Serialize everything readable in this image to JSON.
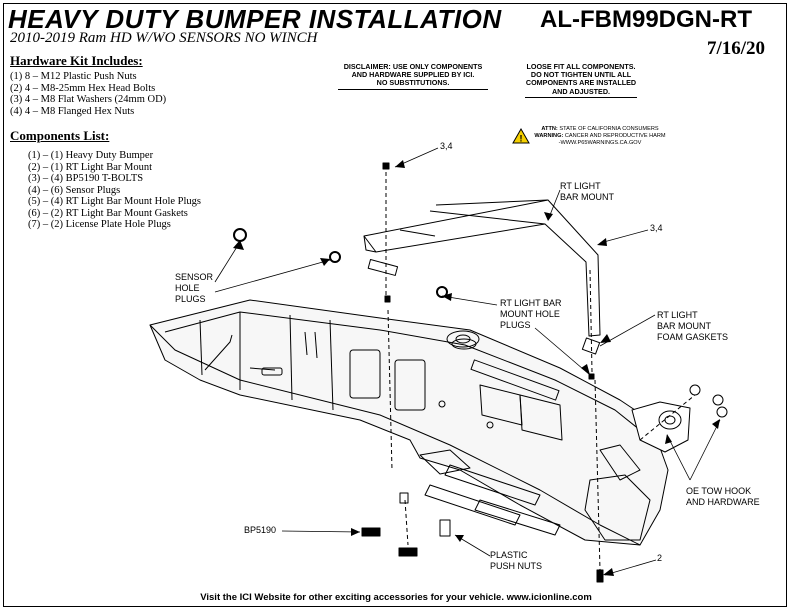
{
  "header": {
    "title": "HEAVY DUTY BUMPER INSTALLATION",
    "part_number": "AL-FBM99DGN-RT",
    "subtitle": "2010-2019 Ram HD W/WO SENSORS NO WINCH",
    "date": "7/16/20"
  },
  "hardware_kit": {
    "heading": "Hardware Kit Includes:",
    "items": [
      "(1) 8 – M12 Plastic Push Nuts",
      "(2) 4 – M8-25mm Hex Head Bolts",
      "(3) 4 – M8 Flat Washers (24mm OD)",
      "(4) 4 – M8 Flanged Hex Nuts"
    ]
  },
  "components": {
    "heading": "Components List:",
    "items": [
      "(1)  – (1) Heavy Duty Bumper",
      "(2)  – (1) RT Light Bar Mount",
      "(3)  – (4) BP5190 T-BOLTS",
      "(4)  – (6) Sensor Plugs",
      "(5)  – (4) RT Light Bar Mount Hole Plugs",
      "(6)  – (2) RT Light Bar Mount Gaskets",
      "(7)  – (2) License Plate Hole Plugs"
    ]
  },
  "notes": {
    "disclaimer": [
      "DISCLAIMER: USE ONLY COMPONENTS",
      "AND HARDWARE SUPPLIED BY ICI.",
      "NO SUBSTITUTIONS."
    ],
    "loose_fit": [
      "LOOSE FIT ALL COMPONENTS.",
      "DO NOT TIGHTEN UNTIL ALL",
      "COMPONENTS ARE INSTALLED",
      "AND ADJUSTED."
    ],
    "prop65_attn_label": "ATTN:",
    "prop65_attn_text": "STATE OF CALIFORNIA CONSUMERS",
    "prop65_warning_label": "WARNING:",
    "prop65_warning_text": "CANCER AND REPRODUCTIVE HARM",
    "prop65_url": "-WWW.P65WARNINGS.CA.GOV"
  },
  "callouts": {
    "sensor_hole_plugs": [
      "SENSOR",
      "HOLE",
      "PLUGS"
    ],
    "rt_light_bar_mount": [
      "RT LIGHT",
      "BAR MOUNT"
    ],
    "rt_light_bar_mount_hole_plugs": [
      "RT LIGHT BAR",
      "MOUNT HOLE",
      "PLUGS"
    ],
    "rt_light_bar_mount_foam_gaskets": [
      "RT LIGHT",
      "BAR MOUNT",
      "FOAM GASKETS"
    ],
    "oe_tow_hook": [
      "OE TOW HOOK",
      "AND HARDWARE"
    ],
    "bp5190": "BP5190",
    "plastic_push_nuts": [
      "PLASTIC",
      "PUSH NUTS"
    ],
    "ref_34_top": "3,4",
    "ref_34_right": "3,4",
    "ref_2": "2"
  },
  "footer": "Visit the ICI Website for other exciting accessories for your vehicle. www.icionline.com",
  "colors": {
    "warning_yellow": "#f5d000",
    "ink": "#000000"
  }
}
